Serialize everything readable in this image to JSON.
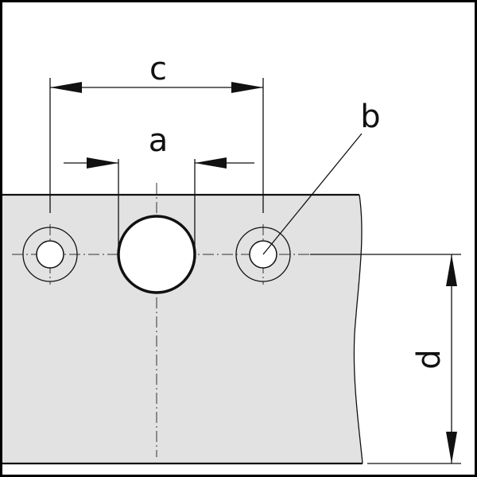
{
  "labels": {
    "a": "a",
    "b": "b",
    "c": "c",
    "d": "d"
  },
  "colors": {
    "plate_fill": "#e2e2e2",
    "line": "#111111",
    "frame": "#000000",
    "background": "#ffffff"
  }
}
